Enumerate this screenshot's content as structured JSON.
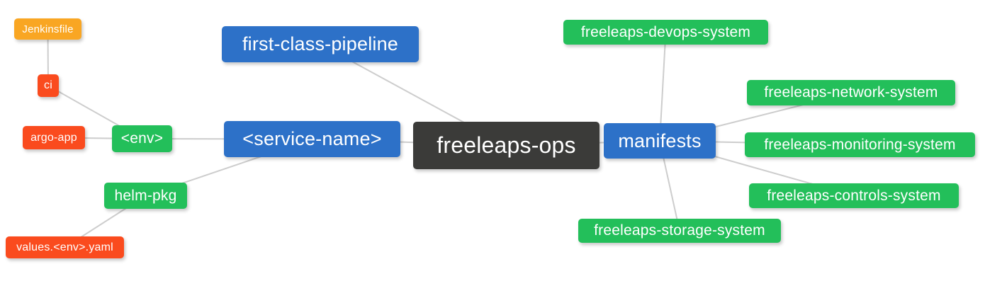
{
  "diagram": {
    "type": "mindmap",
    "edge_color": "#CDCDCD",
    "text_color": "#FFFFFF",
    "palette": {
      "root_dark": "#3B3B39",
      "branch_blue": "#2D71C8",
      "green": "#23BF5A",
      "orange_red": "#FA4B1E",
      "amber": "#F9A623"
    },
    "nodes": [
      {
        "id": "freeleaps-ops",
        "label": "freeleaps-ops",
        "color": "#3B3B39",
        "role": "root"
      },
      {
        "id": "first-class-pipeline",
        "label": "first-class-pipeline",
        "color": "#2D71C8",
        "role": "branch"
      },
      {
        "id": "service-name",
        "label": "<service-name>",
        "color": "#2D71C8",
        "role": "branch"
      },
      {
        "id": "manifests",
        "label": "manifests",
        "color": "#2D71C8",
        "role": "branch"
      },
      {
        "id": "env",
        "label": "<env>",
        "color": "#23BF5A",
        "role": "sub-branch"
      },
      {
        "id": "helm-pkg",
        "label": "helm-pkg",
        "color": "#23BF5A",
        "role": "sub-branch"
      },
      {
        "id": "ci",
        "label": "ci",
        "color": "#FA4B1E",
        "role": "leaf"
      },
      {
        "id": "argo-app",
        "label": "argo-app",
        "color": "#FA4B1E",
        "role": "leaf"
      },
      {
        "id": "jenkinsfile",
        "label": "Jenkinsfile",
        "color": "#F9A623",
        "role": "leaf"
      },
      {
        "id": "values-env-yaml",
        "label": "values.<env>.yaml",
        "color": "#FA4B1E",
        "role": "leaf"
      },
      {
        "id": "freeleaps-devops-system",
        "label": "freeleaps-devops-system",
        "color": "#23BF5A",
        "role": "leaf"
      },
      {
        "id": "freeleaps-network-system",
        "label": "freeleaps-network-system",
        "color": "#23BF5A",
        "role": "leaf"
      },
      {
        "id": "freeleaps-monitoring-system",
        "label": "freeleaps-monitoring-system",
        "color": "#23BF5A",
        "role": "leaf"
      },
      {
        "id": "freeleaps-controls-system",
        "label": "freeleaps-controls-system",
        "color": "#23BF5A",
        "role": "leaf"
      },
      {
        "id": "freeleaps-storage-system",
        "label": "freeleaps-storage-system",
        "color": "#23BF5A",
        "role": "leaf"
      }
    ],
    "edges": [
      [
        "jenkinsfile",
        "ci"
      ],
      [
        "ci",
        "env"
      ],
      [
        "argo-app",
        "env"
      ],
      [
        "env",
        "service-name"
      ],
      [
        "helm-pkg",
        "service-name"
      ],
      [
        "values-env-yaml",
        "helm-pkg"
      ],
      [
        "first-class-pipeline",
        "freeleaps-ops"
      ],
      [
        "service-name",
        "freeleaps-ops"
      ],
      [
        "freeleaps-ops",
        "manifests"
      ],
      [
        "manifests",
        "freeleaps-devops-system"
      ],
      [
        "manifests",
        "freeleaps-network-system"
      ],
      [
        "manifests",
        "freeleaps-monitoring-system"
      ],
      [
        "manifests",
        "freeleaps-controls-system"
      ],
      [
        "manifests",
        "freeleaps-storage-system"
      ]
    ]
  }
}
